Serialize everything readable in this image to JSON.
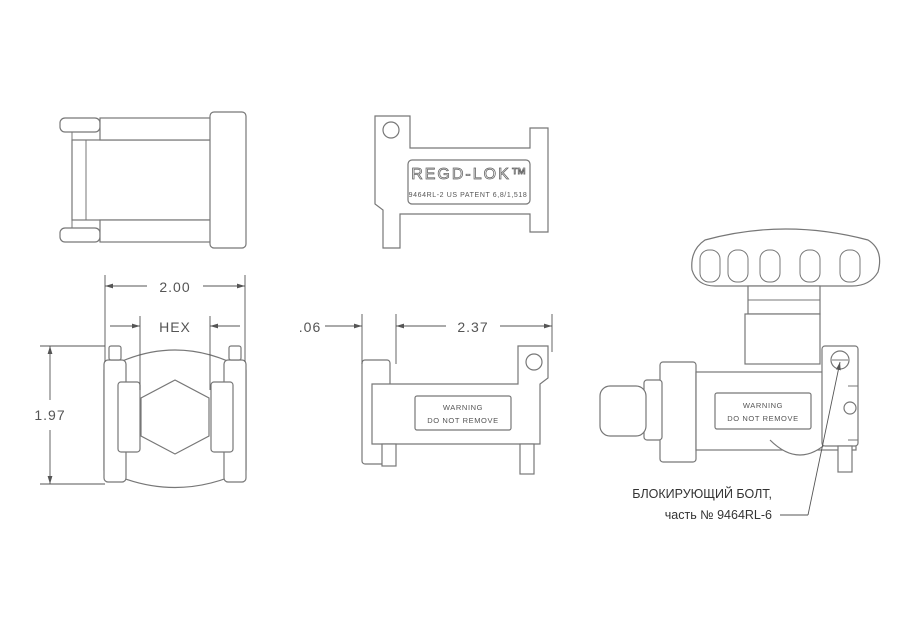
{
  "brand": {
    "logo_text": "REGD-LOK™",
    "part_line": "9464RL-2  US  PATENT 6,8/1,518"
  },
  "dimensions": {
    "width": "2.00",
    "hex": "HEX",
    "height": "1.97",
    "offset": ".06",
    "length": "2.37"
  },
  "warning_label": {
    "line1": "WARNING",
    "line2": "DO NOT REMOVE"
  },
  "callout": {
    "line1": "БЛОКИРУЮЩИЙ БОЛТ,",
    "line2": "часть № 9464RL-6"
  }
}
